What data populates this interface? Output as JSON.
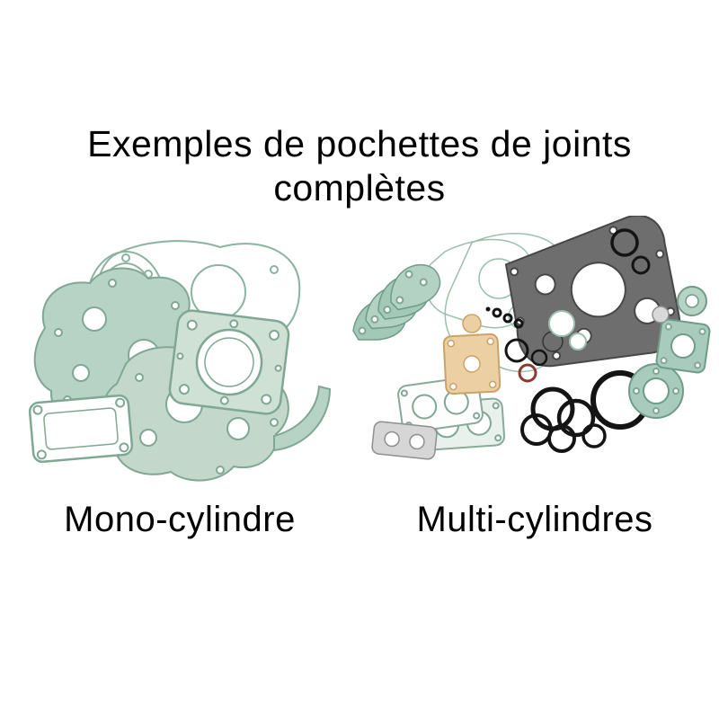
{
  "title": {
    "line1": "Exemples de pochettes de joints",
    "line2": "complètes"
  },
  "labels": {
    "mono": "Mono-cylindre",
    "multi": "Multi-cylindres"
  },
  "illustrations": {
    "mono_name": "complete-gasket-set-mono-cylinder",
    "multi_name": "complete-gasket-set-multi-cylinder"
  },
  "colors": {
    "background": "#ffffff",
    "text": "#000000",
    "gasket_teal_fill": "#b7d3c5",
    "gasket_teal_fill_light": "#c3d8cb",
    "gasket_teal_stroke": "#7fa794",
    "gasket_teal_outline": "#8ab3a0",
    "gasket_gray": "#6e6e6e",
    "gasket_gray_dark": "#474747",
    "gasket_light_gray": "#d6d6d6",
    "gasket_beige": "#ecd0a4",
    "gasket_beige_stroke": "#c9a369",
    "o_ring_black": "#141414",
    "o_ring_maroon": "#8a3b2b"
  }
}
